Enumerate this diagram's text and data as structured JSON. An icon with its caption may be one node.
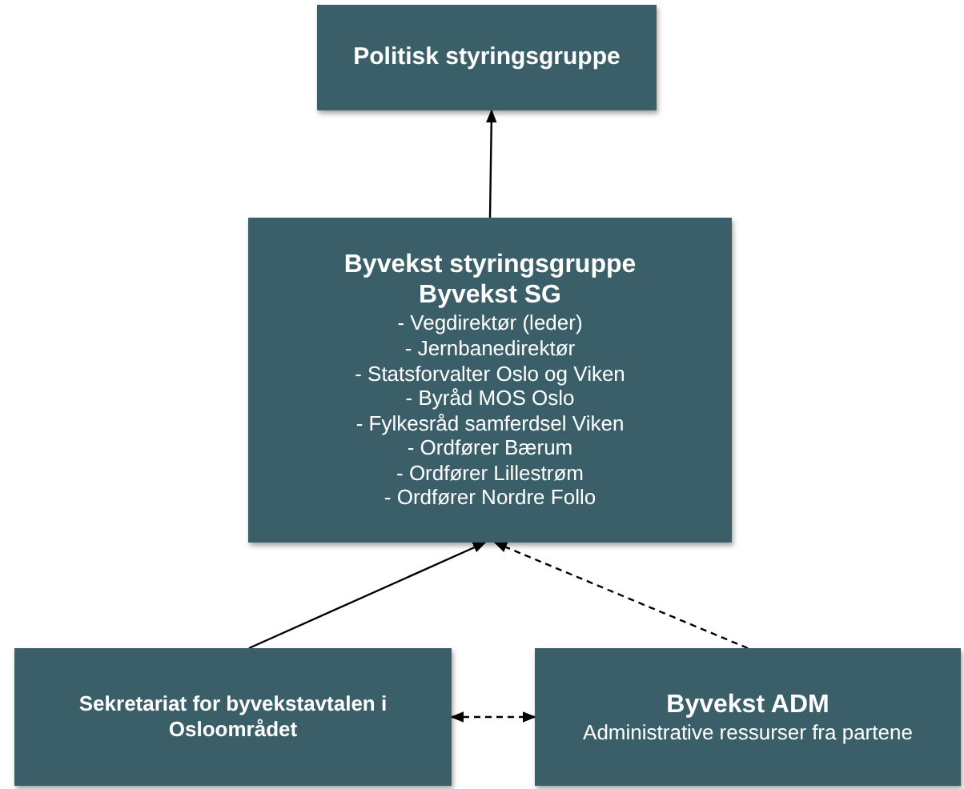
{
  "diagram": {
    "nodes": [
      {
        "text": [
          "Politisk styringsgruppe"
        ]
      },
      {
        "text": [
          "Byvekst styringsgruppe",
          "Byvekst SG",
          "- Vegdirektør (leder)",
          "- Jernbanedirektør",
          "- Statsforvalter Oslo og Viken",
          "- Byråd MOS Oslo",
          "- Fylkesråd samferdsel Viken",
          "- Ordfører Bærum",
          "- Ordfører Lillestrøm",
          "- Ordfører Nordre Follo"
        ]
      },
      {
        "text": [
          "Sekretariat for byvekstavtalen i Osloområdet"
        ]
      },
      {
        "text": [
          "Byvekst ADM",
          "Administrative ressurser fra partene"
        ]
      }
    ],
    "edges": [
      {
        "from": 1,
        "to": 0,
        "arrow": "to"
      },
      {
        "from": 2,
        "to": 1,
        "arrow": "to"
      },
      {
        "from": 3,
        "to": 1,
        "arrow": "to",
        "style": "dashed"
      },
      {
        "from": 2,
        "to": 3,
        "arrow": "both",
        "style": "dashed"
      }
    ]
  }
}
